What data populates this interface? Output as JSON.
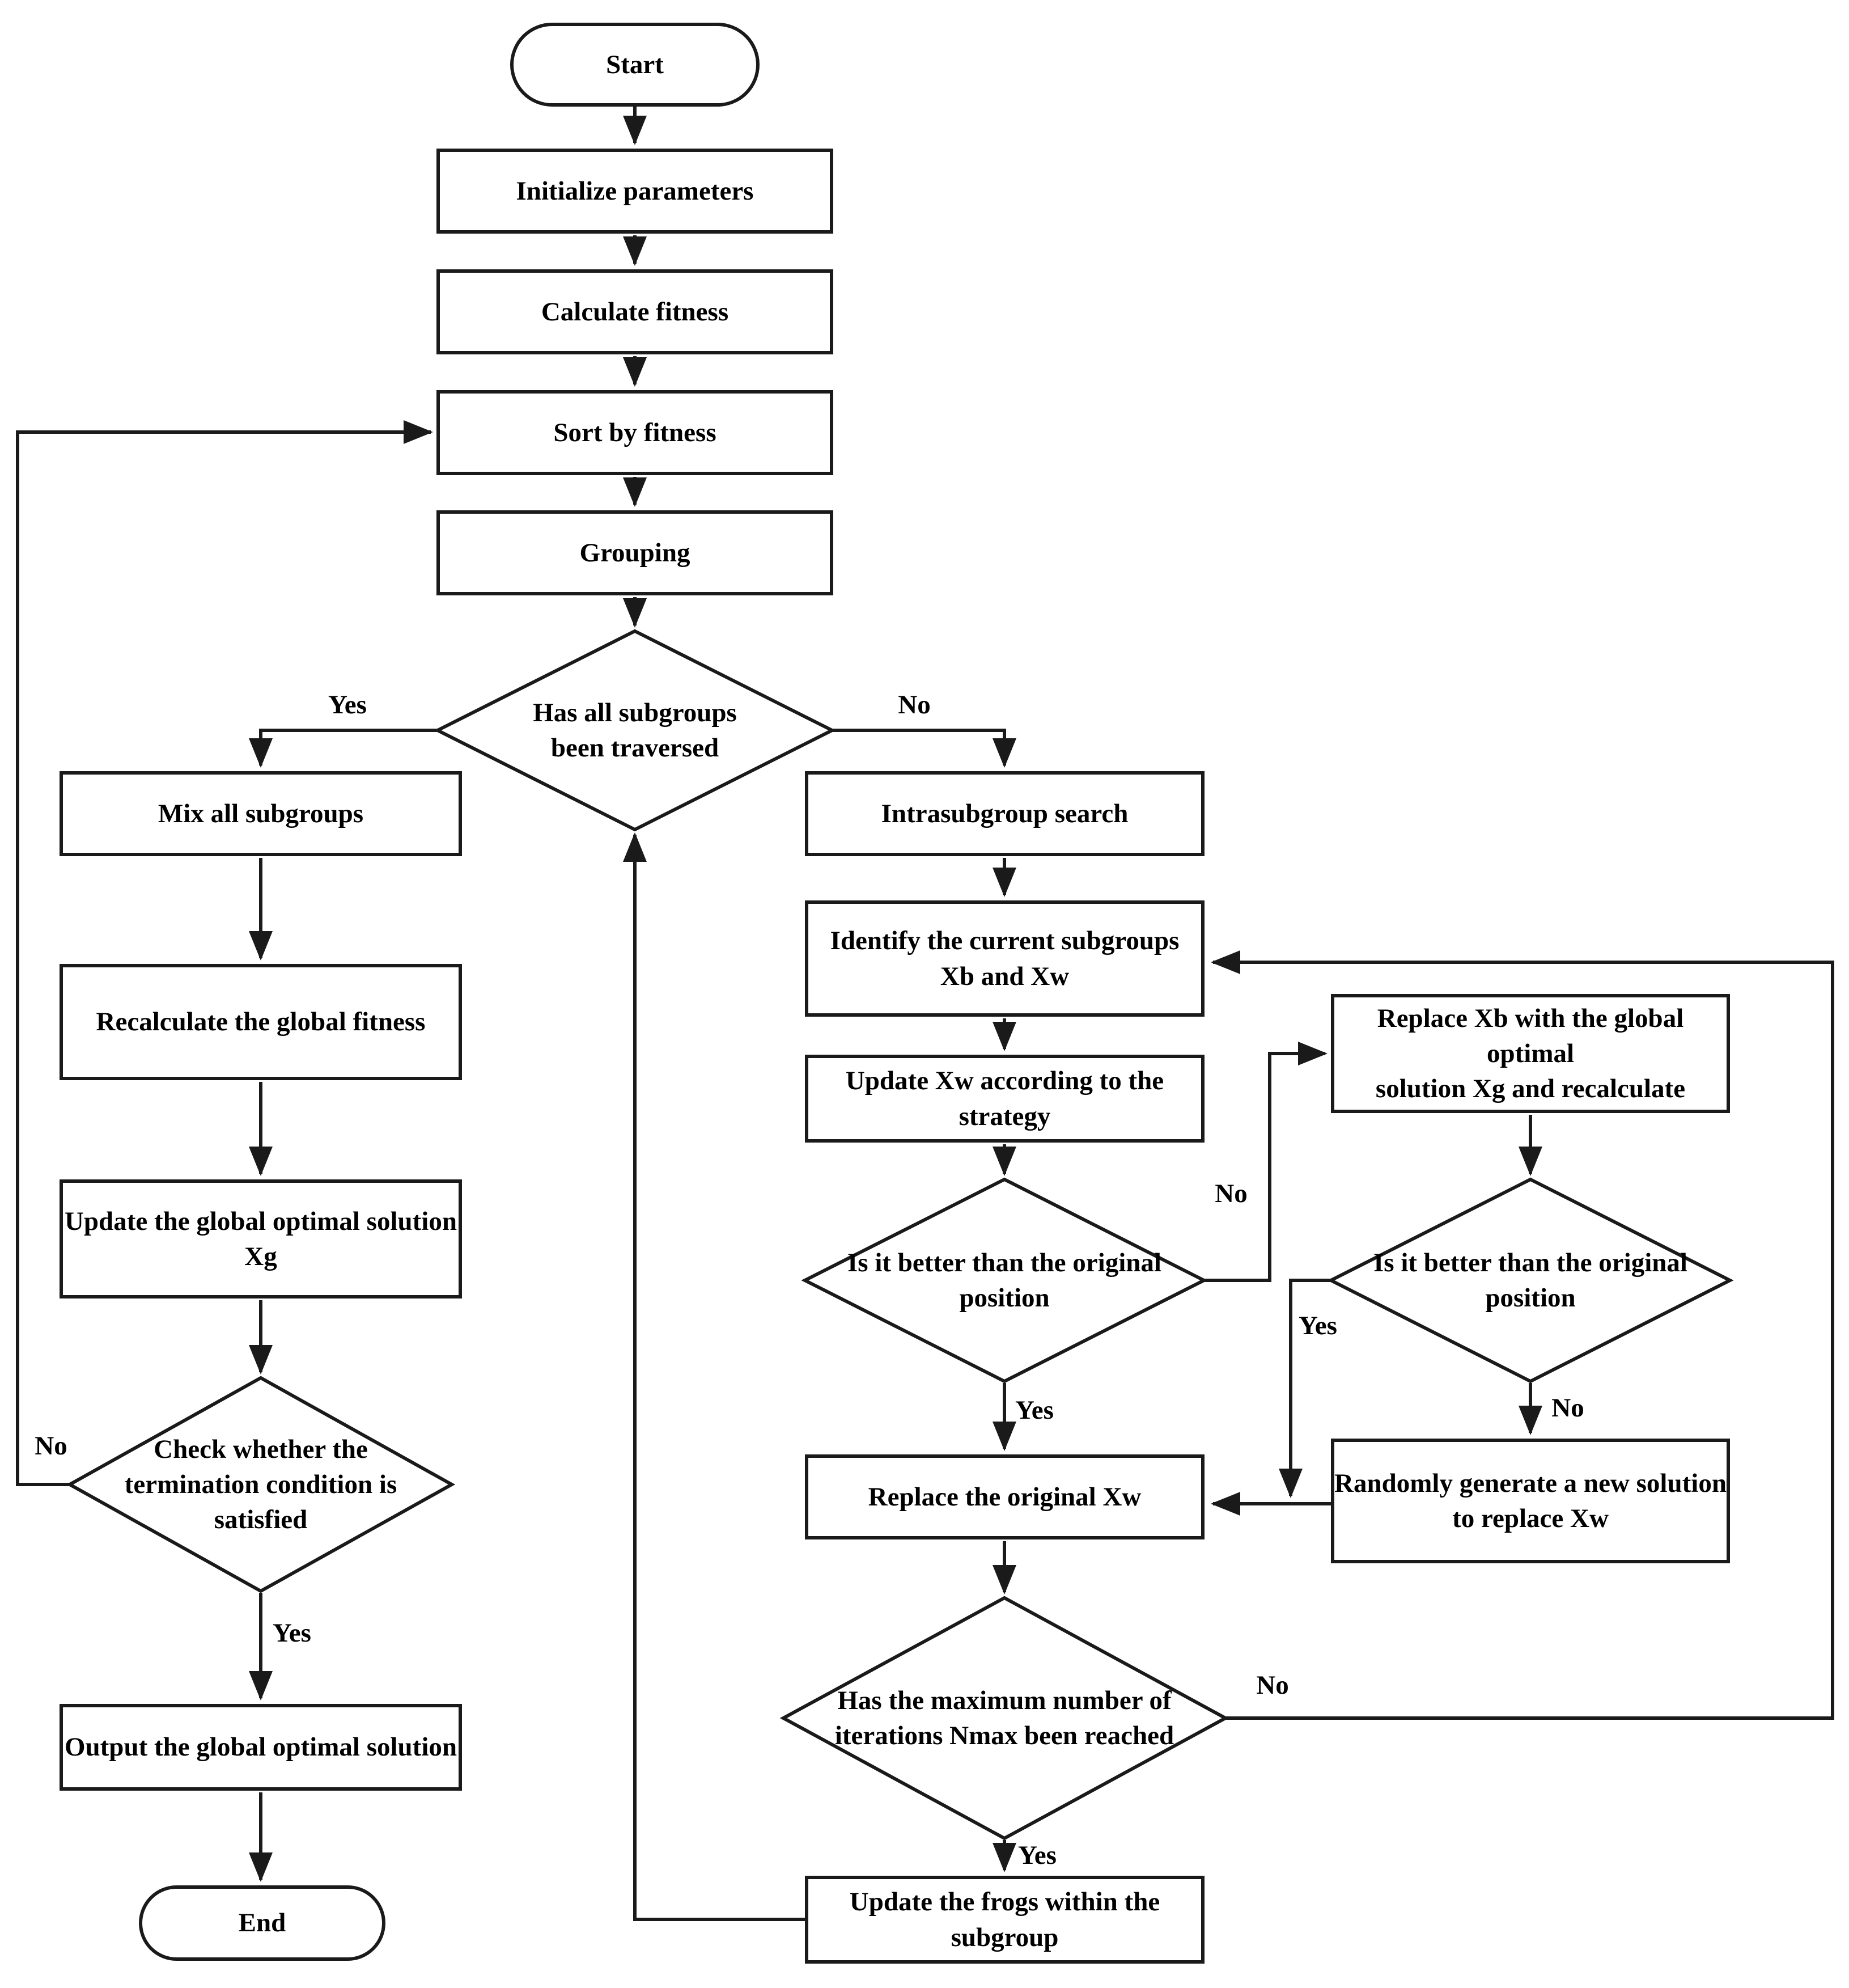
{
  "colors": {
    "line": "#1a1a1a",
    "text": "#000000",
    "background": "#ffffff"
  },
  "nodes": {
    "start": {
      "type": "terminator",
      "lines": [
        "Start"
      ]
    },
    "init": {
      "type": "process",
      "lines": [
        "Initialize parameters"
      ]
    },
    "calc": {
      "type": "process",
      "lines": [
        "Calculate fitness"
      ]
    },
    "sort": {
      "type": "process",
      "lines": [
        "Sort by fitness"
      ]
    },
    "grouping": {
      "type": "process",
      "lines": [
        "Grouping"
      ]
    },
    "d1": {
      "type": "decision",
      "lines": [
        "Has all subgroups",
        "been traversed"
      ]
    },
    "mix": {
      "type": "process",
      "lines": [
        "Mix all subgroups"
      ]
    },
    "recalc": {
      "type": "process",
      "lines": [
        "Recalculate the global fitness"
      ]
    },
    "updglobal": {
      "type": "process",
      "lines": [
        "Update the global optimal solution",
        "Xg"
      ]
    },
    "d2": {
      "type": "decision",
      "lines": [
        "Check whether the",
        "termination condition is",
        "satisfied"
      ]
    },
    "output": {
      "type": "process",
      "lines": [
        "Output the global optimal solution"
      ]
    },
    "end": {
      "type": "terminator",
      "lines": [
        "End"
      ]
    },
    "intra": {
      "type": "process",
      "lines": [
        "Intrasubgroup search"
      ]
    },
    "identify": {
      "type": "process",
      "lines": [
        "Identify the current subgroups",
        "Xb and Xw"
      ]
    },
    "updxw": {
      "type": "process",
      "lines": [
        "Update Xw according to the",
        "strategy"
      ]
    },
    "d3": {
      "type": "decision",
      "lines": [
        "Is it better than the original",
        "position"
      ]
    },
    "replacexw": {
      "type": "process",
      "lines": [
        "Replace the original Xw"
      ]
    },
    "d5": {
      "type": "decision",
      "lines": [
        "Has the maximum number of",
        "iterations Nmax been reached"
      ]
    },
    "updfrogs": {
      "type": "process",
      "lines": [
        "Update the frogs within the",
        "subgroup"
      ]
    },
    "replacexb": {
      "type": "process",
      "lines": [
        "Replace Xb with the global optimal",
        "solution Xg and recalculate"
      ]
    },
    "d4": {
      "type": "decision",
      "lines": [
        "Is it better than the original",
        "position"
      ]
    },
    "random": {
      "type": "process",
      "lines": [
        "Randomly generate a new solution",
        "to replace Xw"
      ]
    }
  },
  "labels": {
    "d1_yes": "Yes",
    "d1_no": "No",
    "d2_no": "No",
    "d2_yes": "Yes",
    "d3_yes": "Yes",
    "d3_no": "No",
    "d4_yes": "Yes",
    "d4_no": "No",
    "d5_no": "No",
    "d5_yes": "Yes"
  }
}
